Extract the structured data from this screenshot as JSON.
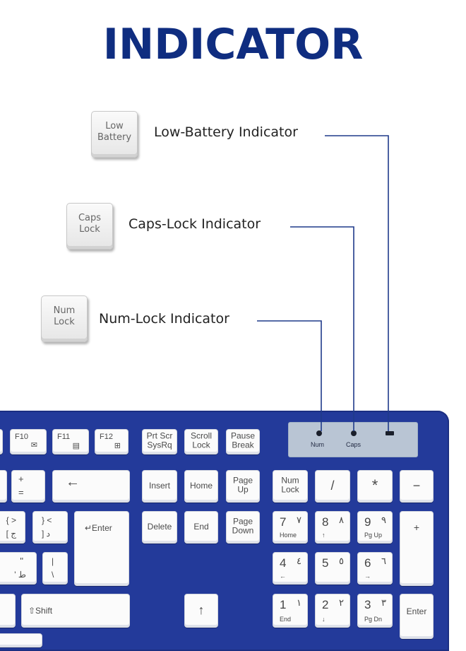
{
  "title": "INDICATOR",
  "callouts": [
    {
      "key_line1": "Low",
      "key_line2": "Battery",
      "label": "Low-Battery Indicator"
    },
    {
      "key_line1": "Caps",
      "key_line2": "Lock",
      "label": "Caps-Lock Indicator"
    },
    {
      "key_line1": "Num",
      "key_line2": "Lock",
      "label": "Num-Lock Indicator"
    }
  ],
  "indicator_panel": {
    "num": "Num",
    "caps": "Caps"
  },
  "colors": {
    "title": "#0f2d80",
    "keyboard": "#233a9a",
    "leader_line": "#1f3a8a"
  },
  "keys": {
    "f10": "F10",
    "f11": "F11",
    "f12": "F12",
    "prtscr_1": "Prt Scr",
    "prtscr_2": "SysRq",
    "scroll_1": "Scroll",
    "scroll_2": "Lock",
    "pause_1": "Pause",
    "pause_2": "Break",
    "plus_top": "+",
    "plus_bottom": "=",
    "backspace": "←",
    "insert": "Insert",
    "home": "Home",
    "pageup_1": "Page",
    "pageup_2": "Up",
    "numlock_1": "Num",
    "numlock_2": "Lock",
    "slash": "/",
    "star": "*",
    "minus": "−",
    "brace_top": "} <",
    "brace_bottom": "] د",
    "bracket_top": "{ >",
    "bracket_bottom": "[ ج",
    "enter_main": "↵Enter",
    "delete": "Delete",
    "end": "End",
    "pagedown_1": "Page",
    "pagedown_2": "Down",
    "n7": "7",
    "n7_ar": "٧",
    "n7_sub": "Home",
    "n8": "8",
    "n8_ar": "٨",
    "n8_sub": "↑",
    "n9": "9",
    "n9_ar": "٩",
    "n9_sub": "Pg Up",
    "num_plus": "+",
    "quote_top": "\"",
    "quote_bottom": "' ط",
    "pipe_top": "|",
    "pipe_bottom": "\\",
    "n4": "4",
    "n4_ar": "٤",
    "n4_sub": "←",
    "n5": "5",
    "n5_ar": "٥",
    "n6": "6",
    "n6_ar": "٦",
    "n6_sub": "→",
    "shift": "⇧Shift",
    "up_arrow": "↑",
    "n1": "1",
    "n1_ar": "١",
    "n1_sub": "End",
    "n2": "2",
    "n2_ar": "٢",
    "n2_sub": "↓",
    "n3": "3",
    "n3_ar": "٣",
    "n3_sub": "Pg Dn",
    "num_enter": "Enter"
  }
}
